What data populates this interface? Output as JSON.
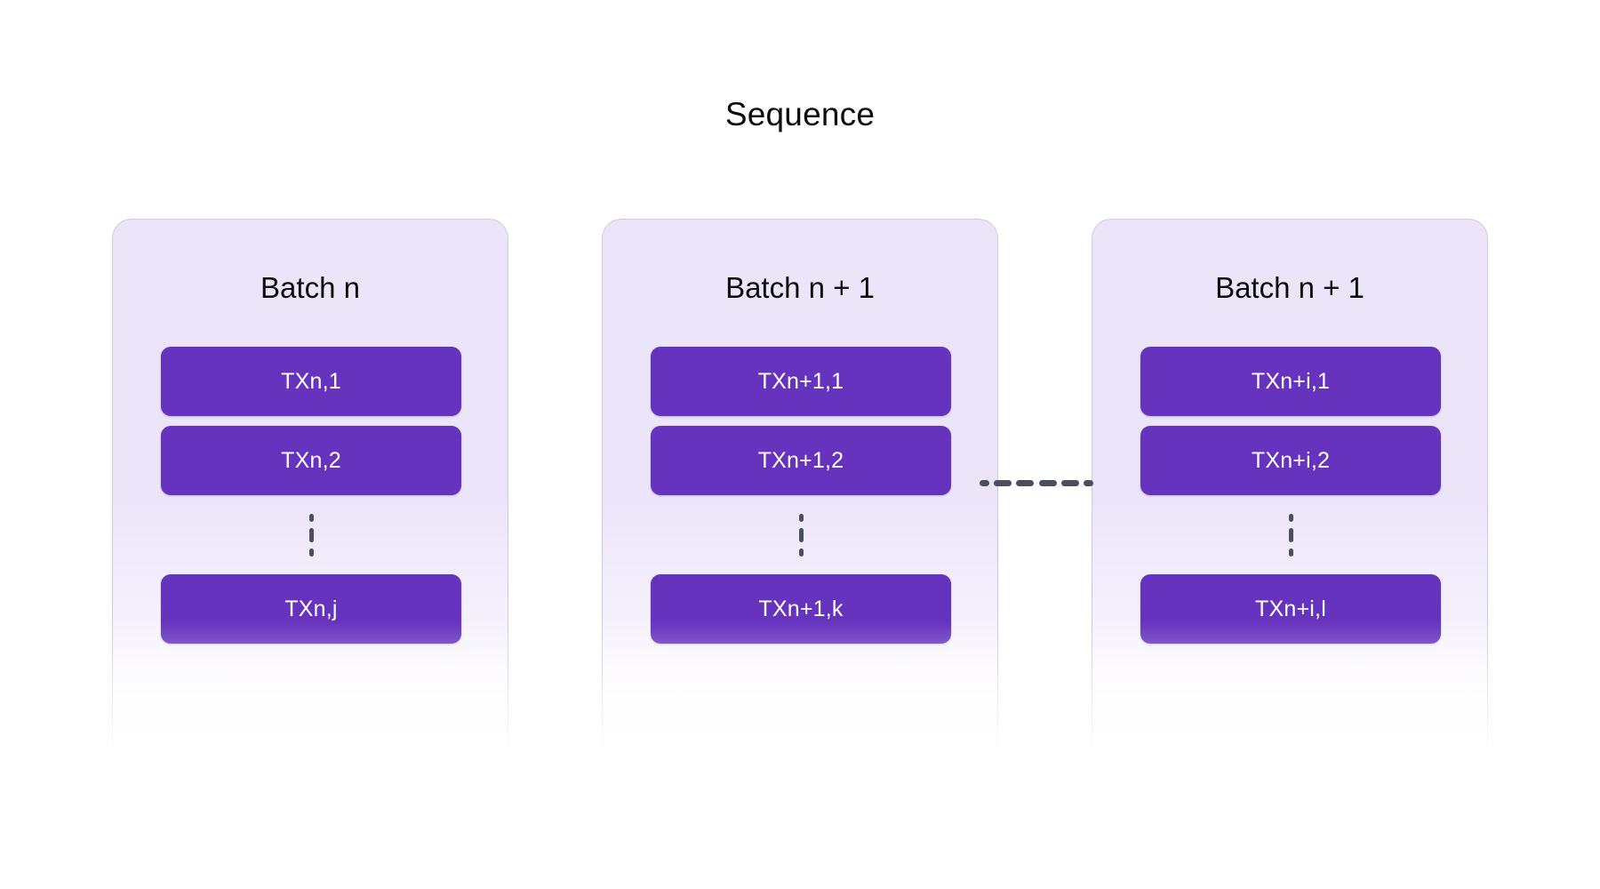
{
  "title": "Sequence",
  "colors": {
    "background": "#ffffff",
    "card_background": "#ece5fa",
    "card_border": "#cfc8dd",
    "tx_box": "#6633BE",
    "tx_text": "#ffffff",
    "title_text": "#0d0d0d",
    "connector": "#4b4f5c"
  },
  "ellipsis": {
    "icon": "vertical-ellipsis-icon",
    "glyph": "⋮"
  },
  "connector": {
    "icon": "dashed-line-icon",
    "style": "dashed",
    "dash_count": 6
  },
  "batches": [
    {
      "title": "Batch n",
      "transactions": [
        {
          "label": "TXn,1"
        },
        {
          "label": "TXn,2"
        },
        {
          "label": "TXn,j"
        }
      ]
    },
    {
      "title": "Batch n + 1",
      "transactions": [
        {
          "label": "TXn+1,1"
        },
        {
          "label": "TXn+1,2"
        },
        {
          "label": "TXn+1,k"
        }
      ]
    },
    {
      "title": "Batch n + 1",
      "transactions": [
        {
          "label": "TXn+i,1"
        },
        {
          "label": "TXn+i,2"
        },
        {
          "label": "TXn+i,l"
        }
      ]
    }
  ]
}
